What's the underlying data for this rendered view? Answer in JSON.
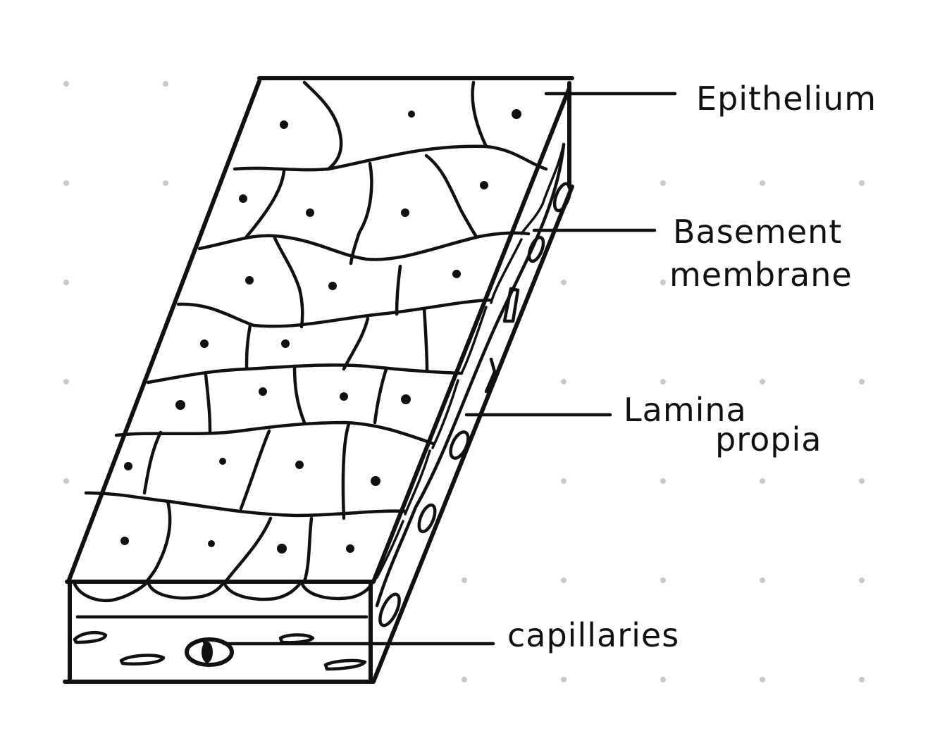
{
  "diagram": {
    "labels": {
      "epithelium": "Epithelium",
      "basement_line1": "Basement",
      "basement_line2": "membrane",
      "lamina_line1": "Lamina",
      "lamina_line2": "propia",
      "capillaries": "capillaries"
    }
  }
}
